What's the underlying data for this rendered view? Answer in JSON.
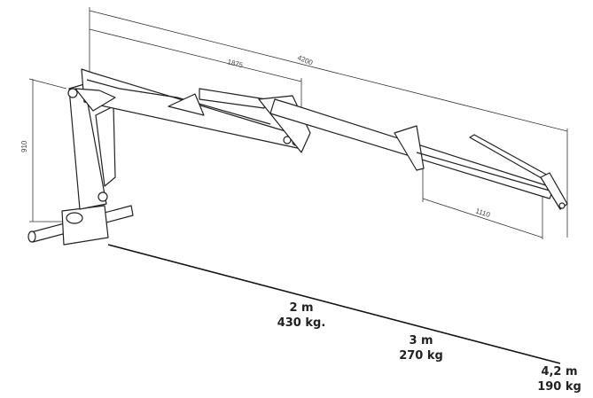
{
  "dimensions": {
    "total_reach": "4200",
    "first_boom": "1875",
    "column_height": "910",
    "extension": "1110"
  },
  "load_points": [
    {
      "distance": "2 m",
      "load": "430 kg."
    },
    {
      "distance": "3 m",
      "load": "270 kg"
    },
    {
      "distance": "4,2 m",
      "load": "190 kg"
    }
  ]
}
